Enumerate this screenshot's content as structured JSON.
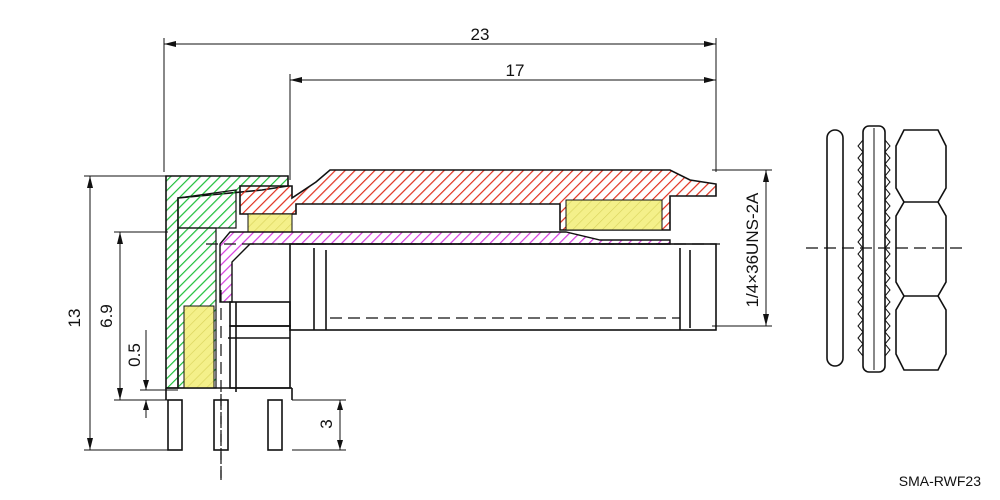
{
  "drawing": {
    "part_number": "SMA-RWF23",
    "dimensions": {
      "overall_length": "23",
      "body_length": "17",
      "overall_height": "13",
      "center_height": "6.9",
      "standoff": "0.5",
      "pin_length": "3",
      "thread_spec": "1/4×36UNS-2A"
    }
  },
  "colors": {
    "line": "#111111",
    "green_hatch": "#1fbf3a",
    "red_hatch": "#e0301e",
    "magenta_hatch": "#d63be0",
    "yellow_fill": "#f4f08a"
  }
}
